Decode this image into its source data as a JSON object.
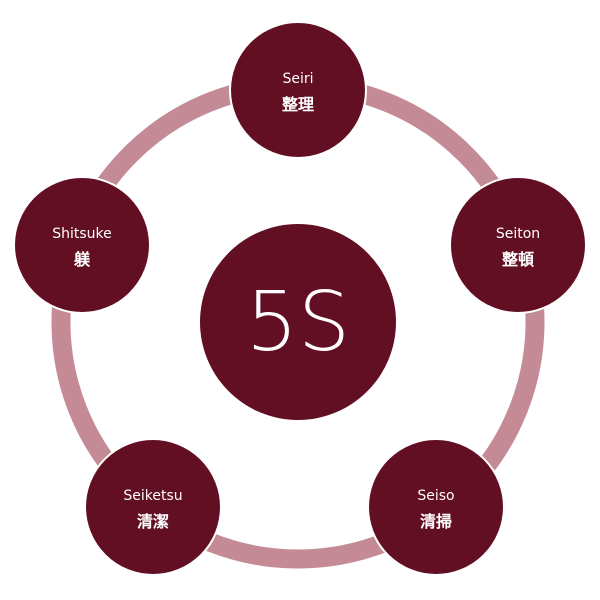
{
  "colors": {
    "ring": "#c48b97",
    "node_fill": "#620f24",
    "node_border": "#ffffff",
    "text": "#ffffff"
  },
  "center": {
    "label": "5S"
  },
  "nodes": [
    {
      "en": "Seiri",
      "jp": "整理"
    },
    {
      "en": "Seiton",
      "jp": "整頓"
    },
    {
      "en": "Seiso",
      "jp": "清掃"
    },
    {
      "en": "Seiketsu",
      "jp": "清潔"
    },
    {
      "en": "Shitsuke",
      "jp": "躾"
    }
  ]
}
